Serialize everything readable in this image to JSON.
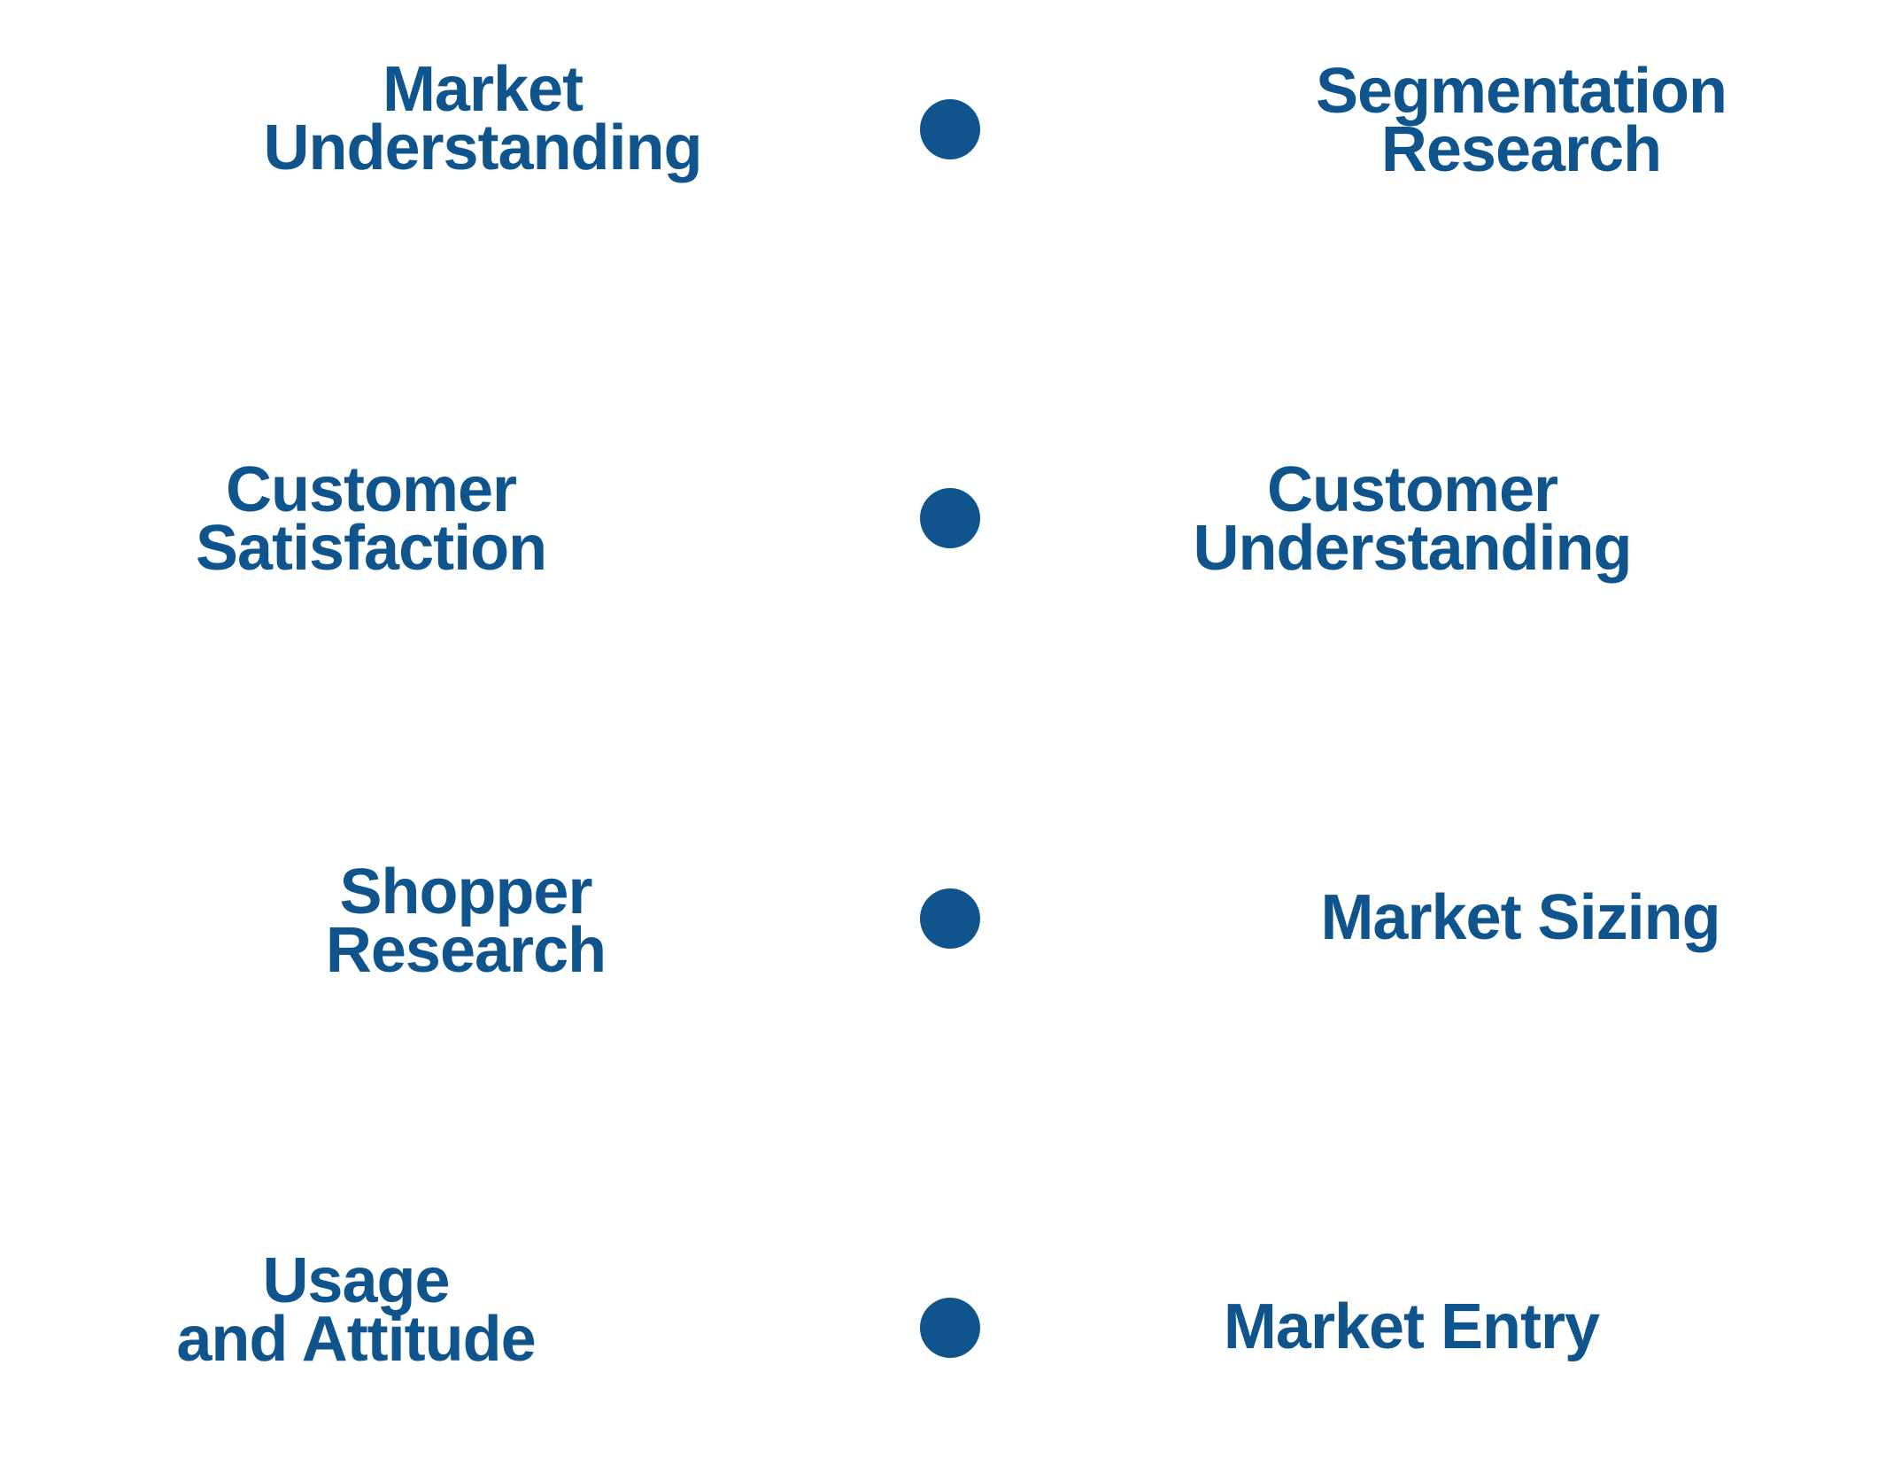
{
  "accent_color": "#0f548c",
  "rows": [
    {
      "left": [
        "Market",
        "Understanding"
      ],
      "right": [
        "Segmentation",
        "Research"
      ]
    },
    {
      "left": [
        "Customer",
        "Satisfaction"
      ],
      "right": [
        "Customer",
        "Understanding"
      ]
    },
    {
      "left": [
        "Shopper",
        "Research"
      ],
      "right": [
        "Market Sizing"
      ]
    },
    {
      "left": [
        "Usage",
        "and Attitude"
      ],
      "right": [
        "Market Entry"
      ]
    }
  ]
}
